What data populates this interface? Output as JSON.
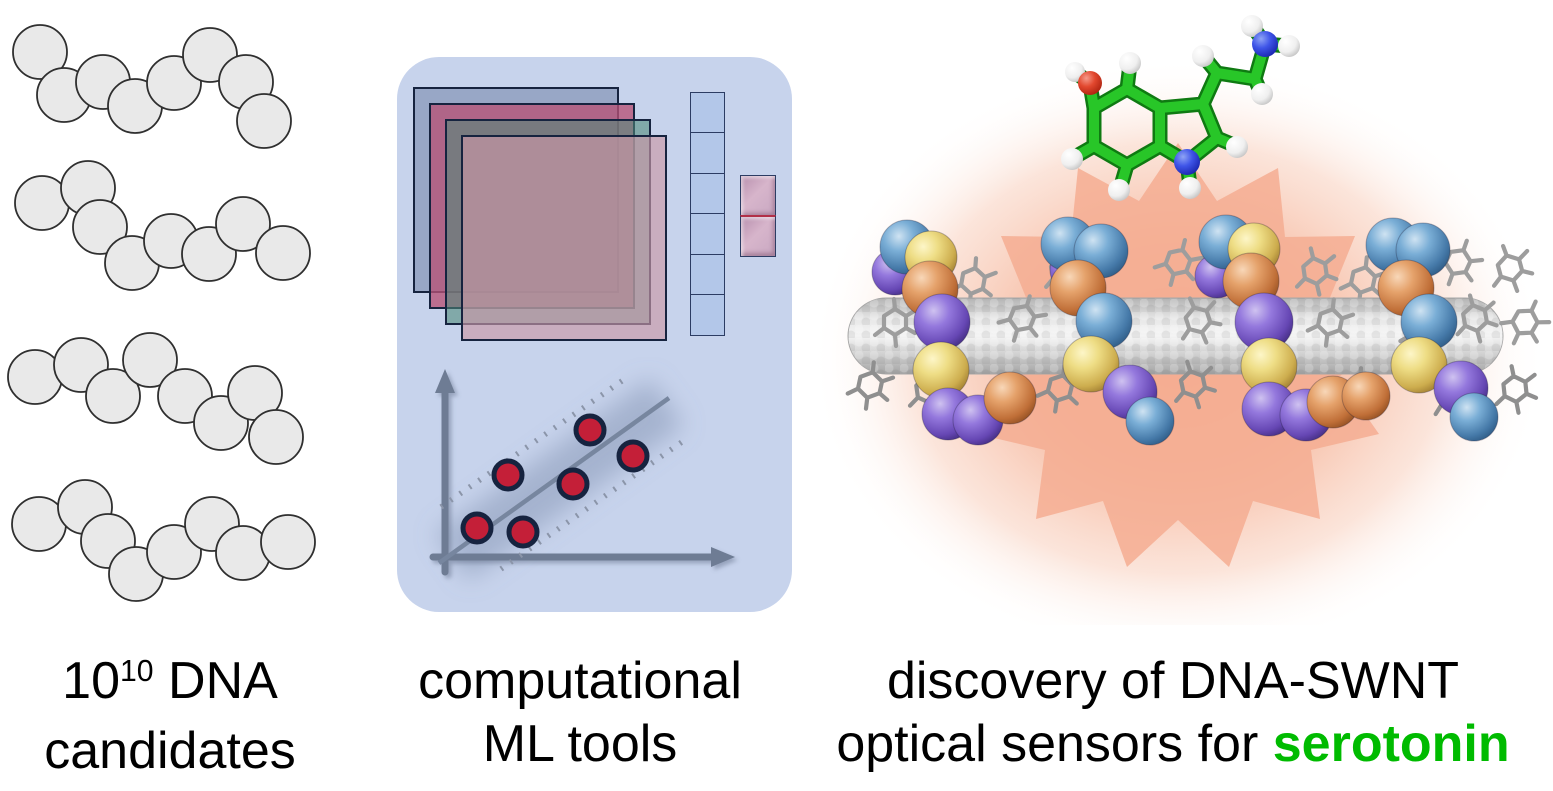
{
  "captions": {
    "left": {
      "line1_base": "10",
      "line1_exponent": "10",
      "line1_rest": " DNA",
      "line2": "candidates"
    },
    "middle": {
      "line1": "computational",
      "line2": "ML tools"
    },
    "right": {
      "line1": "discovery of DNA-SWNT",
      "line2_prefix": "optical sensors for ",
      "line2_highlight": "serotonin"
    }
  },
  "colors": {
    "background": "#ffffff",
    "caption_text": "#000000",
    "serotonin_highlight": "#00bb00",
    "panel_bg": "#c7d3ec",
    "dna_bead_fill": "#e9e9e9",
    "dna_bead_stroke": "#2f2f2f",
    "feature_map_border": "#16233f",
    "vector_cell_fill": "#b3c7e9",
    "vector_cell_border": "#2c3c63",
    "output_divider": "#b23048",
    "axis": "#6e7c94",
    "fit_line": "#77869f",
    "confidence_dots": "#8b95a9",
    "point_fill": "#c41f38",
    "point_stroke": "#16233f",
    "glow": "#f5a888",
    "starburst": "#f4ad92",
    "tube_base": "#d9d9d9",
    "sphere_blue": "#5b92c2",
    "sphere_yellow": "#e3cd6d",
    "sphere_orange": "#d68a52",
    "sphere_purple": "#7c5fd0",
    "molecule_carbon": "#28c628",
    "molecule_nitrogen": "#2038d8",
    "molecule_oxygen": "#e03020",
    "molecule_hydrogen": "#f2f2f2"
  },
  "dna_library": {
    "bead_radius": 27,
    "chains": [
      [
        [
          40,
          52
        ],
        [
          64,
          95
        ],
        [
          103,
          82
        ],
        [
          135,
          106
        ],
        [
          174,
          83
        ],
        [
          210,
          55
        ],
        [
          246,
          82
        ],
        [
          264,
          121
        ]
      ],
      [
        [
          42,
          203
        ],
        [
          88,
          188
        ],
        [
          100,
          227
        ],
        [
          132,
          263
        ],
        [
          171,
          241
        ],
        [
          209,
          254
        ],
        [
          243,
          224
        ],
        [
          283,
          253
        ]
      ],
      [
        [
          35,
          377
        ],
        [
          81,
          365
        ],
        [
          113,
          396
        ],
        [
          150,
          360
        ],
        [
          185,
          396
        ],
        [
          221,
          423
        ],
        [
          255,
          393
        ],
        [
          276,
          437
        ]
      ],
      [
        [
          39,
          524
        ],
        [
          85,
          507
        ],
        [
          108,
          541
        ],
        [
          136,
          574
        ],
        [
          174,
          552
        ],
        [
          212,
          524
        ],
        [
          243,
          553
        ],
        [
          288,
          542
        ]
      ]
    ]
  },
  "ml_panel": {
    "feature_maps": [
      {
        "fill": "#98a7c6"
      },
      {
        "fill": "rgba(183,82,118,0.78)"
      },
      {
        "fill": "rgba(80,138,120,0.58)"
      },
      {
        "fill": "rgba(203,152,168,0.65)"
      }
    ],
    "vector_cell_count": 6,
    "output_cell_count": 2,
    "scatter_points": [
      [
        193,
        73
      ],
      [
        236,
        99
      ],
      [
        111,
        118
      ],
      [
        176,
        127
      ],
      [
        80,
        171
      ],
      [
        126,
        175
      ]
    ]
  },
  "swnt_complex": {
    "clusters": [
      {
        "spheres": [
          [
            "purple",
            85,
            272,
            23
          ],
          [
            "blue",
            97,
            247,
            27
          ],
          [
            "yellow",
            121,
            257,
            26
          ],
          [
            "orange",
            120,
            289,
            28
          ],
          [
            "purple",
            132,
            322,
            28
          ],
          [
            "yellow",
            131,
            370,
            28
          ],
          [
            "purple",
            138,
            414,
            26
          ],
          [
            "purple",
            168,
            420,
            25
          ],
          [
            "orange",
            200,
            398,
            26
          ]
        ]
      },
      {
        "spheres": [
          [
            "purple",
            262,
            270,
            22
          ],
          [
            "blue",
            258,
            244,
            27
          ],
          [
            "blue",
            291,
            251,
            27
          ],
          [
            "orange",
            268,
            288,
            28
          ],
          [
            "blue",
            294,
            321,
            28
          ],
          [
            "yellow",
            281,
            364,
            28
          ],
          [
            "purple",
            320,
            392,
            27
          ],
          [
            "blue",
            340,
            421,
            24
          ]
        ]
      },
      {
        "spheres": [
          [
            "purple",
            407,
            276,
            22
          ],
          [
            "blue",
            416,
            242,
            27
          ],
          [
            "yellow",
            444,
            249,
            26
          ],
          [
            "orange",
            441,
            281,
            28
          ],
          [
            "purple",
            454,
            322,
            29
          ],
          [
            "yellow",
            459,
            366,
            28
          ],
          [
            "purple",
            459,
            409,
            27
          ],
          [
            "purple",
            496,
            415,
            26
          ],
          [
            "orange",
            523,
            402,
            26
          ]
        ]
      },
      {
        "spheres": [
          [
            "blue",
            583,
            245,
            27
          ],
          [
            "blue",
            613,
            250,
            27
          ],
          [
            "orange",
            596,
            288,
            28
          ],
          [
            "blue",
            619,
            322,
            28
          ],
          [
            "orange",
            556,
            396,
            24
          ],
          [
            "yellow",
            609,
            365,
            28
          ],
          [
            "purple",
            651,
            388,
            27
          ],
          [
            "blue",
            664,
            417,
            24
          ]
        ]
      }
    ],
    "base_rings": [
      [
        163,
        281,
        10
      ],
      [
        253,
        270,
        -12
      ],
      [
        368,
        262,
        20
      ],
      [
        505,
        271,
        -8
      ],
      [
        553,
        280,
        12
      ],
      [
        700,
        268,
        -15
      ],
      [
        648,
        262,
        25
      ],
      [
        85,
        322,
        0
      ],
      [
        212,
        318,
        22
      ],
      [
        290,
        331,
        -30
      ],
      [
        388,
        320,
        -18
      ],
      [
        520,
        322,
        12
      ],
      [
        612,
        331,
        8
      ],
      [
        665,
        318,
        -10
      ],
      [
        715,
        322,
        30
      ],
      [
        118,
        390,
        -8
      ],
      [
        250,
        388,
        14
      ],
      [
        383,
        384,
        -12
      ],
      [
        548,
        391,
        10
      ],
      [
        640,
        395,
        -20
      ],
      [
        705,
        389,
        -6
      ],
      [
        60,
        385,
        12
      ]
    ]
  }
}
